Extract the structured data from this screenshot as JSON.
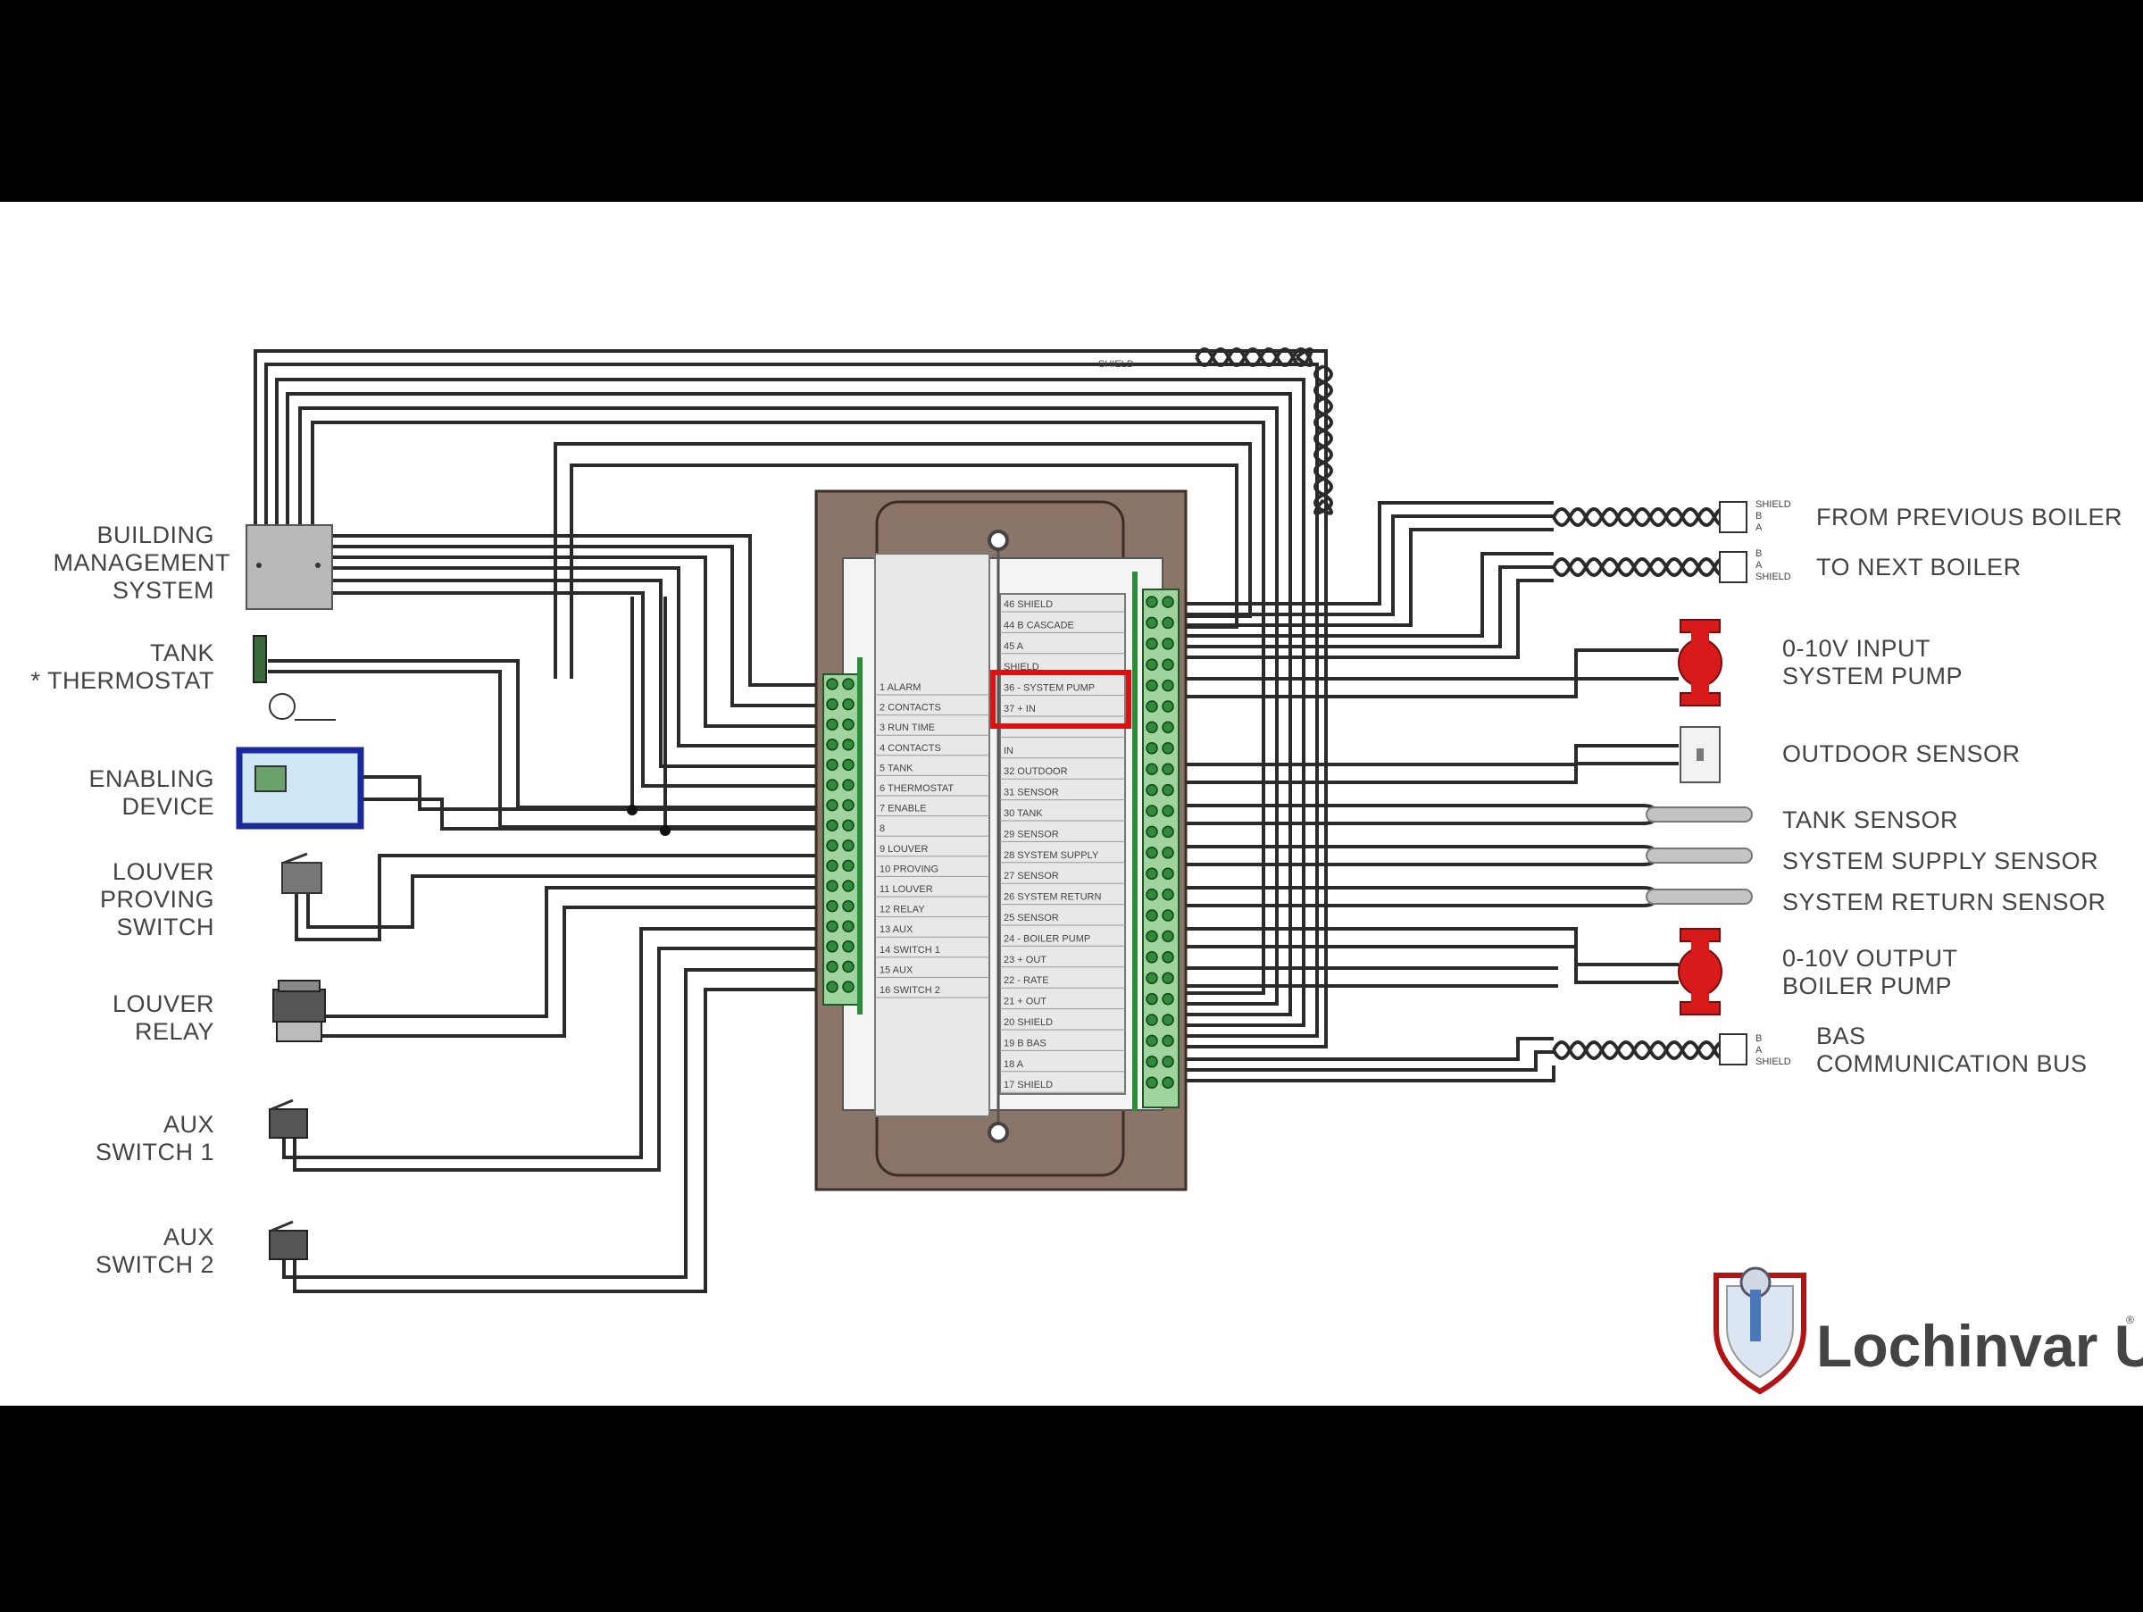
{
  "left_devices": {
    "building_management": [
      "BUILDING",
      "MANAGEMENT",
      "SYSTEM"
    ],
    "tank_thermostat": [
      "TANK",
      "* THERMOSTAT"
    ],
    "enabling_device": [
      "ENABLING",
      "DEVICE"
    ],
    "louver_proving_switch": [
      "LOUVER",
      "PROVING",
      "SWITCH"
    ],
    "louver_relay": [
      "LOUVER",
      "RELAY"
    ],
    "aux_switch_1": [
      "AUX",
      "SWITCH 1"
    ],
    "aux_switch_2": [
      "AUX",
      "SWITCH 2"
    ]
  },
  "right_devices": {
    "from_previous_boiler": "FROM PREVIOUS BOILER",
    "to_next_boiler": "TO NEXT BOILER",
    "system_pump": [
      "0-10V INPUT",
      "SYSTEM PUMP"
    ],
    "outdoor_sensor": "OUTDOOR SENSOR",
    "tank_sensor": "TANK SENSOR",
    "system_supply_sensor": "SYSTEM SUPPLY SENSOR",
    "system_return_sensor": "SYSTEM RETURN SENSOR",
    "boiler_pump": [
      "0-10V OUTPUT",
      "BOILER PUMP"
    ],
    "bas": [
      "BAS",
      "COMMUNICATION BUS"
    ]
  },
  "terminal_labels_left": [
    "1  ALARM",
    "2  CONTACTS",
    "3  RUN TIME",
    "4  CONTACTS",
    "5  TANK",
    "6  THERMOSTAT",
    "7  ENABLE",
    "8",
    "9  LOUVER",
    "10 PROVING",
    "11 LOUVER",
    "12 RELAY",
    "13 AUX",
    "14 SWITCH 1",
    "15 AUX",
    "16 SWITCH 2"
  ],
  "terminal_labels_right": [
    "46 SHIELD",
    "44 B  CASCADE",
    "45 A",
    "SHIELD",
    "36 -  SYSTEM PUMP",
    "37 +  IN",
    "",
    "IN",
    "32  OUTDOOR",
    "31  SENSOR",
    "30  TANK",
    "29  SENSOR",
    "28 SYSTEM SUPPLY",
    "27  SENSOR",
    "26 SYSTEM RETURN",
    "25  SENSOR",
    "24 -  BOILER PUMP",
    "23 +  OUT",
    "22 -  RATE",
    "21 +  OUT",
    "20 SHIELD",
    "19 B  BAS",
    "18 A",
    "17 SHIELD"
  ],
  "cable_marks": {
    "shield": "SHIELD",
    "a": "A",
    "b": "B"
  },
  "logo": {
    "text": "Lochinvar U",
    "reg": "®"
  },
  "colors": {
    "background": "#ffffff",
    "letterbox": "#000000",
    "panel_frame": "#8b7568",
    "terminal_green": "#2e8b3a",
    "highlight": "#e01010",
    "enabling_device": "#1a2a9c",
    "pump": "#d71a1a"
  }
}
